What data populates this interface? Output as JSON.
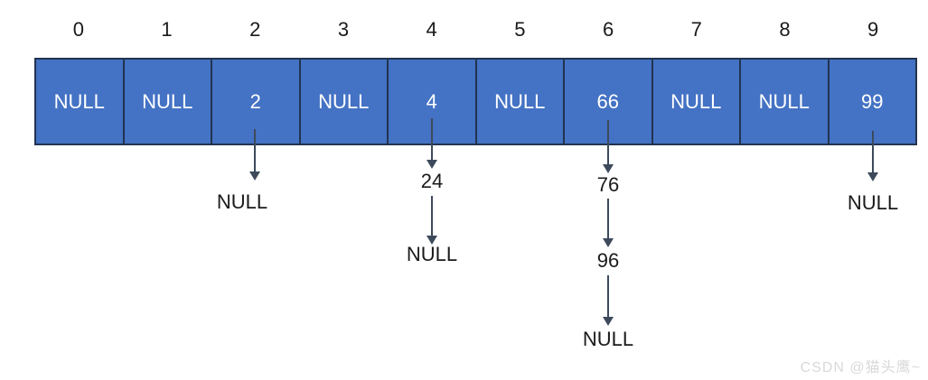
{
  "diagram": {
    "indices": [
      "0",
      "1",
      "2",
      "3",
      "4",
      "5",
      "6",
      "7",
      "8",
      "9"
    ],
    "cells": [
      {
        "index": "0",
        "value": "NULL"
      },
      {
        "index": "1",
        "value": "NULL"
      },
      {
        "index": "2",
        "value": "2"
      },
      {
        "index": "3",
        "value": "NULL"
      },
      {
        "index": "4",
        "value": "4"
      },
      {
        "index": "5",
        "value": "NULL"
      },
      {
        "index": "6",
        "value": "66"
      },
      {
        "index": "7",
        "value": "NULL"
      },
      {
        "index": "8",
        "value": "NULL"
      },
      {
        "index": "9",
        "value": "99"
      }
    ],
    "chains": [
      {
        "bucket": "2",
        "nodes": [
          "NULL"
        ]
      },
      {
        "bucket": "4",
        "nodes": [
          "24",
          "NULL"
        ]
      },
      {
        "bucket": "6",
        "nodes": [
          "76",
          "96",
          "NULL"
        ]
      },
      {
        "bucket": "9",
        "nodes": [
          "NULL"
        ]
      }
    ],
    "colors": {
      "cell_fill": "#4472C4",
      "cell_border": "#22334F",
      "cell_text": "#FFFFFF",
      "label_text": "#1A1A1A",
      "arrow": "#3D4A5C",
      "watermark_text": "#D9D9D9"
    }
  },
  "watermark": {
    "text": "CSDN @猫头鹰~"
  }
}
